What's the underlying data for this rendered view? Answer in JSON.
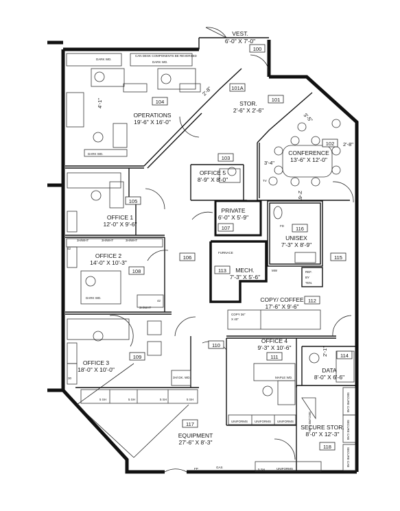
{
  "rooms": {
    "vest": {
      "name": "VEST.",
      "dim": "6'-0\" X 7'-0\"",
      "num": "100"
    },
    "stor": {
      "name": "STOR.",
      "dim": "2'-6\" X 2'-6\"",
      "num": "101"
    },
    "stor_sub": {
      "num": "101A"
    },
    "conference": {
      "name": "CONFERENCE",
      "dim": "13'-6\" X 12'-0\"",
      "num": "102"
    },
    "office5": {
      "name": "OFFICE 5",
      "dim": "8'-9\" X 8'-0\"",
      "num": "103"
    },
    "operations": {
      "name": "OPERATIONS",
      "dim": "19'-6\" X 16'-0\"",
      "num": "104"
    },
    "office1": {
      "name": "OFFICE 1",
      "dim": "12'-0\" X 9'-6\"",
      "num": "105"
    },
    "hall": {
      "num": "106"
    },
    "private": {
      "name": "PRIVATE",
      "dim": "6'-0\" X 5'-9\"",
      "num": "107"
    },
    "office2": {
      "name": "OFFICE 2",
      "dim": "14'-0\" X 10'-3\"",
      "num": "108"
    },
    "office3": {
      "name": "OFFICE 3",
      "dim": "18'-0\" X 10'-0\"",
      "num": "109"
    },
    "corridor": {
      "num": "110"
    },
    "office4": {
      "name": "OFFICE 4",
      "dim": "9'-3\" X 10'-6\"",
      "num": "111"
    },
    "copy": {
      "name": "COPY/ COFFEE",
      "dim": "17'-6\" X 9'-6\"",
      "num": "112"
    },
    "mech": {
      "name": "MECH.",
      "dim": "7'-3\" X 5'-6\"",
      "num": "113"
    },
    "data": {
      "name": "DATA",
      "dim": "8'-0\" X 6'-6\"",
      "num": "114"
    },
    "room115": {
      "num": "115"
    },
    "unisex": {
      "name": "UNISEX",
      "dim": "7'-3\" X 8'-9\"",
      "num": "116"
    },
    "equipment": {
      "name": "EQUIPMENT",
      "dim": "27'-6\" X 8'-3\"",
      "num": "117"
    },
    "secure": {
      "name": "SECURE STOR.",
      "dim": "8'-0\" X 12'-3\"",
      "num": "118"
    }
  },
  "dims": {
    "d1": "4'-1\"",
    "d2": "2'-8\"",
    "d3": "3'-5\"",
    "d4": "2'-8\"",
    "d5": "3'-4\"",
    "d6": "2'-6\"",
    "d7": "2'-1\""
  },
  "labels": {
    "can_desk": "CAN DESK COMPONENTS BE REVERSED",
    "dark_wd": "DARK WD.",
    "dark_wd_dot": "DARK WD.",
    "sh_wht": "3H/WHT",
    "sh_dk": "3H/ DK. WD.",
    "maple": "MAPLE WD.",
    "uniform": "UNIFORMS",
    "five_sh": "5 SH",
    "copy_note1": "COPY 36\"",
    "copy_note2": "X 40\"",
    "furnace": "FURNACE",
    "fd": "FD",
    "ref1": "REF.",
    "ref2": "BY",
    "ref3": "TEN.",
    "mw": "MW",
    "secure_cab": "SECURE CAB",
    "fp": "FP",
    "gas": "GAS",
    "n42": "42",
    "n30": "30",
    "tv": "TV"
  }
}
